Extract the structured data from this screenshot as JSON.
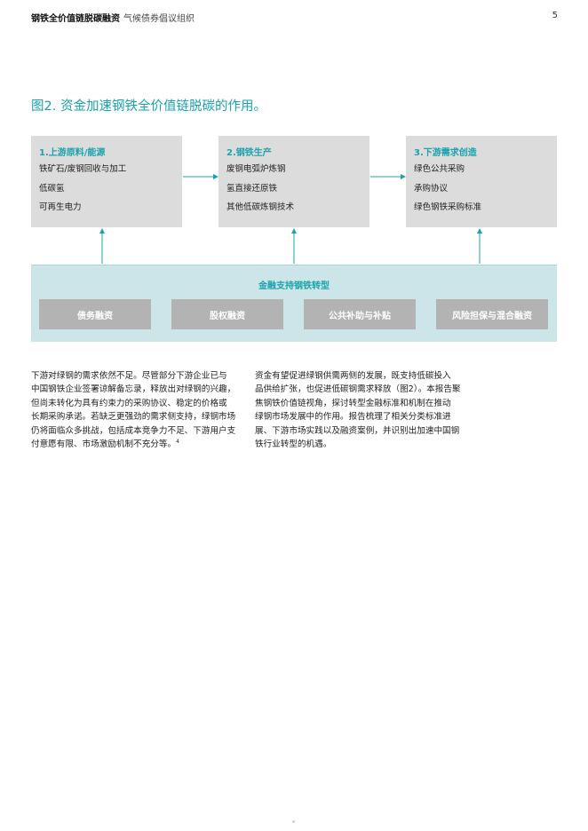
{
  "header": {
    "doc_title": "钢铁全价值链脱碳融资",
    "org": "气候债券倡议组织",
    "page_number": "5"
  },
  "figure": {
    "title": "图2. 资金加速钢铁全价值链脱碳的作用。",
    "stages": [
      {
        "title": "1.上游原料/能源",
        "items": [
          "铁矿石/废钢回收与加工",
          "低碳氢",
          "可再生电力"
        ]
      },
      {
        "title": "2.钢铁生产",
        "items": [
          "废钢电弧炉炼钢",
          "氢直接还原铁",
          "其他低碳炼钢技术"
        ]
      },
      {
        "title": "3.下游需求创造",
        "items": [
          "绿色公共采购",
          "承购协议",
          "绿色钢铁采购标准"
        ]
      }
    ],
    "finance": {
      "title": "金融支持钢铁转型",
      "tools": [
        "债务融资",
        "股权融资",
        "公共补助与补贴",
        "风险担保与混合融资"
      ]
    },
    "colors": {
      "accent": "#1aa3ad",
      "stage_bg": "#dcdcdc",
      "finance_bg": "#cce5e8",
      "tool_bg": "#b3b3b3"
    }
  },
  "body": {
    "col1_lines": [
      "下游对绿钢的需求依然不足。尽管部分下游企业已与",
      "中国钢铁企业签署谅解备忘录，释放出对绿钢的兴趣，",
      "但尚未转化为具有约束力的采购协议、稳定的价格或",
      "长期采购承诺。若缺乏更强劲的需求侧支持，绿钢市场",
      "仍将面临众多挑战，包括成本竞争力不足、下游用户支",
      "付意愿有限、市场激励机制不充分等。"
    ],
    "col1_footnote": "4",
    "col2_lines": [
      "资金有望促进绿钢供需两侧的发展，既支持低碳投入",
      "品供给扩张，也促进低碳钢需求释放（图2）。本报告聚",
      "焦钢铁价值链视角，探讨转型金融标准和机制在推动",
      "绿钢市场发展中的作用。报告梳理了相关分类标准进",
      "展、下游市场实践以及融资案例，并识别出加速中国钢",
      "铁行业转型的机遇。"
    ]
  }
}
